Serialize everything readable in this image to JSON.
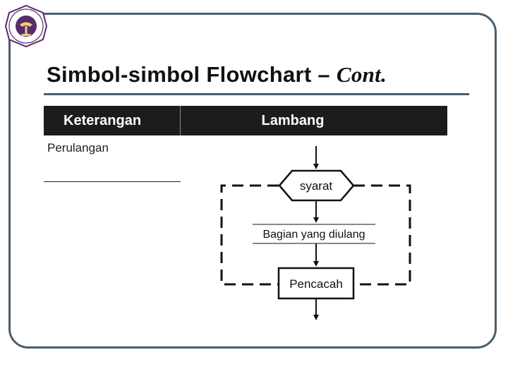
{
  "slide": {
    "title": "Simbol-simbol Flowchart – ",
    "title_italic": "Cont."
  },
  "table": {
    "headers": [
      "Keterangan",
      "Lambang"
    ],
    "rows": [
      {
        "keterangan": "Perulangan"
      }
    ]
  },
  "flowchart": {
    "condition_label": "syarat",
    "body_label": "Bagian yang diulang",
    "counter_label": "Pencacah"
  },
  "colors": {
    "frame": "#4b5e6c",
    "header_bg": "#1c1c1c",
    "logo_purple": "#5a2a6e"
  }
}
